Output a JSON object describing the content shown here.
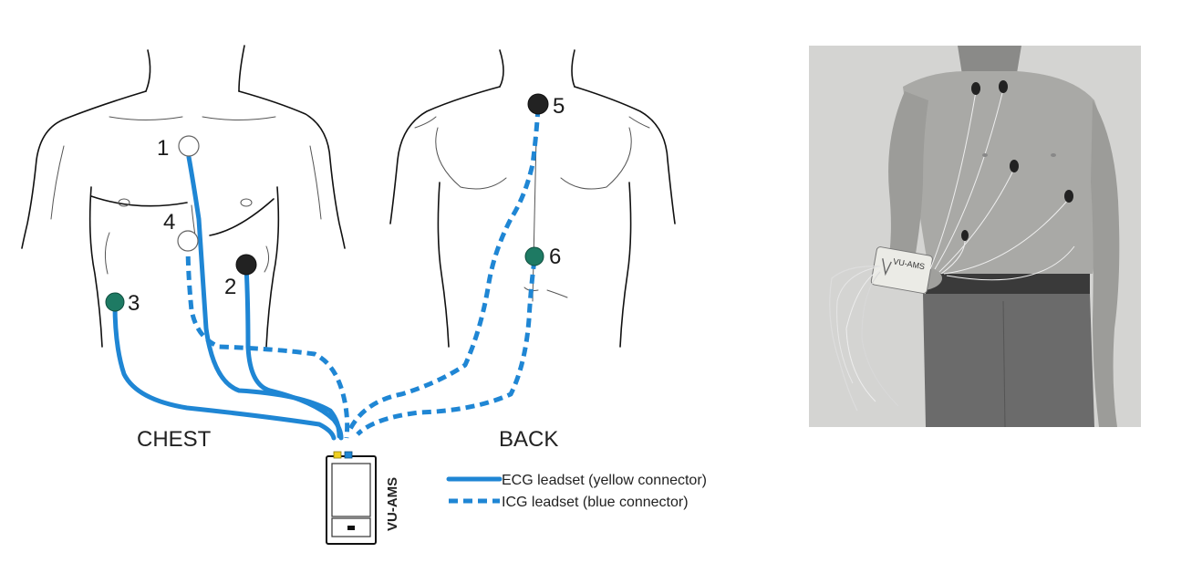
{
  "sections": {
    "chest": "CHEST",
    "back": "BACK"
  },
  "electrodes": [
    {
      "id": "1",
      "label": "1",
      "color": "#ffffff"
    },
    {
      "id": "2",
      "label": "2",
      "color": "#222222"
    },
    {
      "id": "3",
      "label": "3",
      "color": "#1e7a63"
    },
    {
      "id": "4",
      "label": "4",
      "color": "#ffffff"
    },
    {
      "id": "5",
      "label": "5",
      "color": "#222222"
    },
    {
      "id": "6",
      "label": "6",
      "color": "#1e7a63"
    }
  ],
  "device": {
    "label": "VU-AMS"
  },
  "legend": {
    "ecg": "ECG leadset (yellow connector)",
    "icg": "ICG leadset (blue connector)"
  },
  "photo": {
    "device_label": "VU-AMS"
  },
  "colors": {
    "lead_blue": "#1f86d4",
    "electrode_green": "#1e7a63",
    "electrode_black": "#222222",
    "connector_yellow": "#f0d020"
  }
}
